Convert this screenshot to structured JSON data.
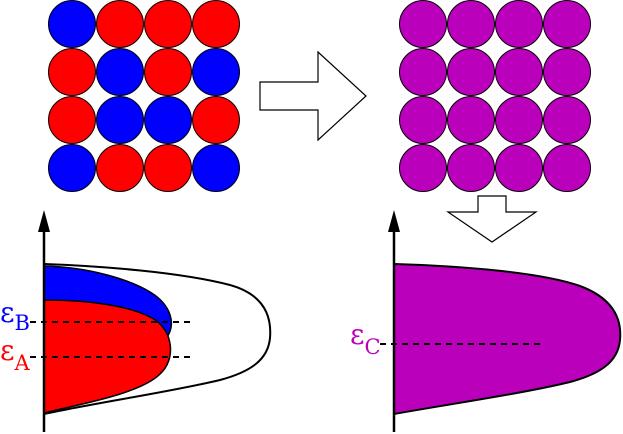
{
  "colors": {
    "a": "#ff0000",
    "b": "#0000ff",
    "c": "#bb00bb",
    "stroke": "#000000",
    "background": "#ffffff"
  },
  "lattice_left": [
    [
      "b",
      "a",
      "a",
      "a"
    ],
    [
      "a",
      "b",
      "a",
      "b"
    ],
    [
      "a",
      "b",
      "b",
      "a"
    ],
    [
      "b",
      "a",
      "a",
      "b"
    ]
  ],
  "lattice_right": [
    [
      "c",
      "c",
      "c",
      "c"
    ],
    [
      "c",
      "c",
      "c",
      "c"
    ],
    [
      "c",
      "c",
      "c",
      "c"
    ],
    [
      "c",
      "c",
      "c",
      "c"
    ]
  ],
  "labels": {
    "eps_b": {
      "base": "ε",
      "sub": "B"
    },
    "eps_a": {
      "base": "ε",
      "sub": "A"
    },
    "eps_c": {
      "base": "ε",
      "sub": "C"
    }
  }
}
